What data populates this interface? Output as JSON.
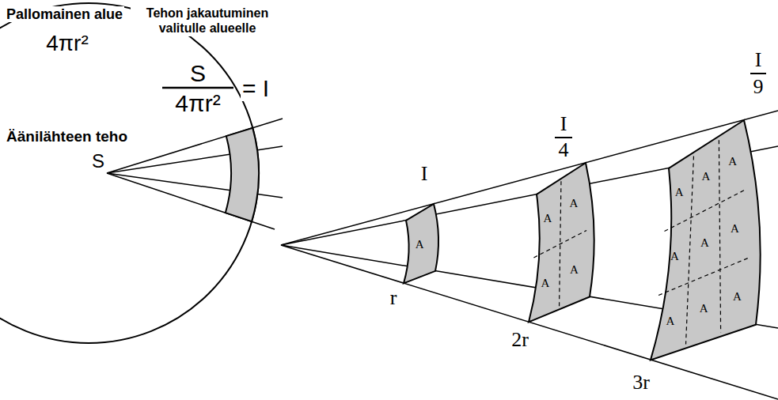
{
  "diagram": {
    "nodes": [
      {
        "text": [
          "A"
        ]
      },
      {
        "text": [
          "A",
          "A",
          "A",
          "A"
        ]
      },
      {
        "text": [
          "A",
          "A",
          "A",
          "A",
          "A",
          "A",
          "A",
          "A",
          "A"
        ]
      }
    ],
    "labels": [
      "Pallomainen alue",
      "4πr²",
      "Tehon jakautuminen valitulle alueelle",
      "S",
      "4πr²",
      "= I",
      "Äänilähteen teho",
      "S",
      "I",
      "I",
      "4",
      "I",
      "9",
      "r",
      "2r",
      "3r"
    ]
  }
}
